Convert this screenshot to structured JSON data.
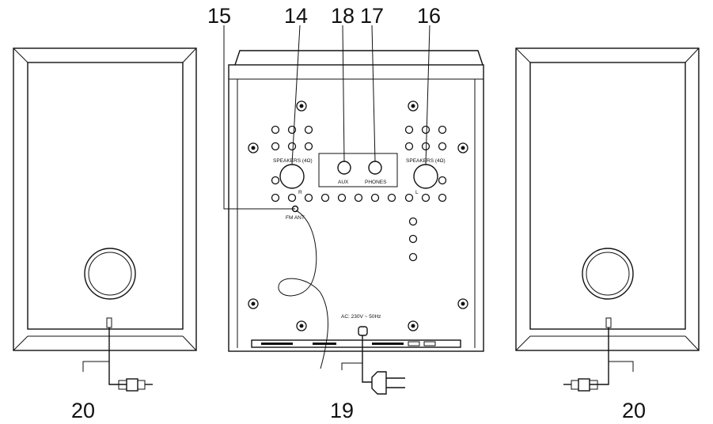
{
  "callouts": {
    "c15": "15",
    "c14": "14",
    "c18": "18",
    "c17": "17",
    "c16": "16",
    "c20_left": "20",
    "c19": "19",
    "c20_right": "20"
  },
  "labels": {
    "speakers_right": "SPEAKERS (4Ω)",
    "speakers_left": "SPEAKERS (4Ω)",
    "r": "R",
    "l": "L",
    "aux": "AUX",
    "phones": "PHONES",
    "fm_ant": "FM   ANT",
    "ac_power": "AC: 230V ~ 50Hz"
  }
}
